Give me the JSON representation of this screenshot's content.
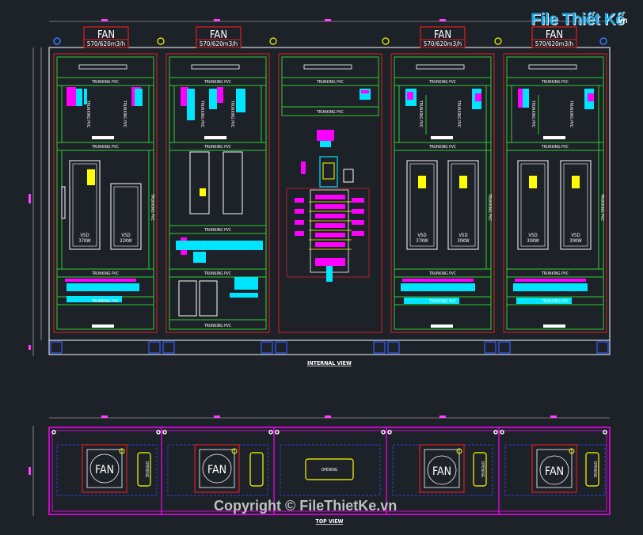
{
  "logo": {
    "main": "File Thiết Kế",
    "sub": ".vn"
  },
  "watermark": "Copyright © FileThietKe.vn",
  "views": {
    "internal": "INTERNAL VIEW",
    "top": "TOP VIEW"
  },
  "fan_boxes": [
    {
      "title": "FAN",
      "rate": "570/620m3/h"
    },
    {
      "title": "FAN",
      "rate": "570/620m3/h"
    },
    {
      "title": "FAN",
      "rate": "570/620m3/h"
    },
    {
      "title": "FAN",
      "rate": "570/620m3/h"
    }
  ],
  "labels": {
    "trunking": "TRUNKING PVC",
    "vsd": "VSD",
    "opening": "OPENING",
    "fan": "FAN"
  },
  "vsd_ratings": {
    "cab1_left": "37KW",
    "cab1_right": "22KW",
    "cab4_left": "37KW",
    "cab4_right": "30KW",
    "cab5_left": "30KW",
    "cab5_right": "30KW"
  },
  "colors": {
    "background": "#1d2128",
    "green": "#2fd12f",
    "red": "#e02020",
    "white": "#ffffff",
    "magenta": "#ff00ff",
    "cyan": "#00e5ff",
    "yellow": "#ffff00",
    "blue": "#2f3fe0"
  }
}
